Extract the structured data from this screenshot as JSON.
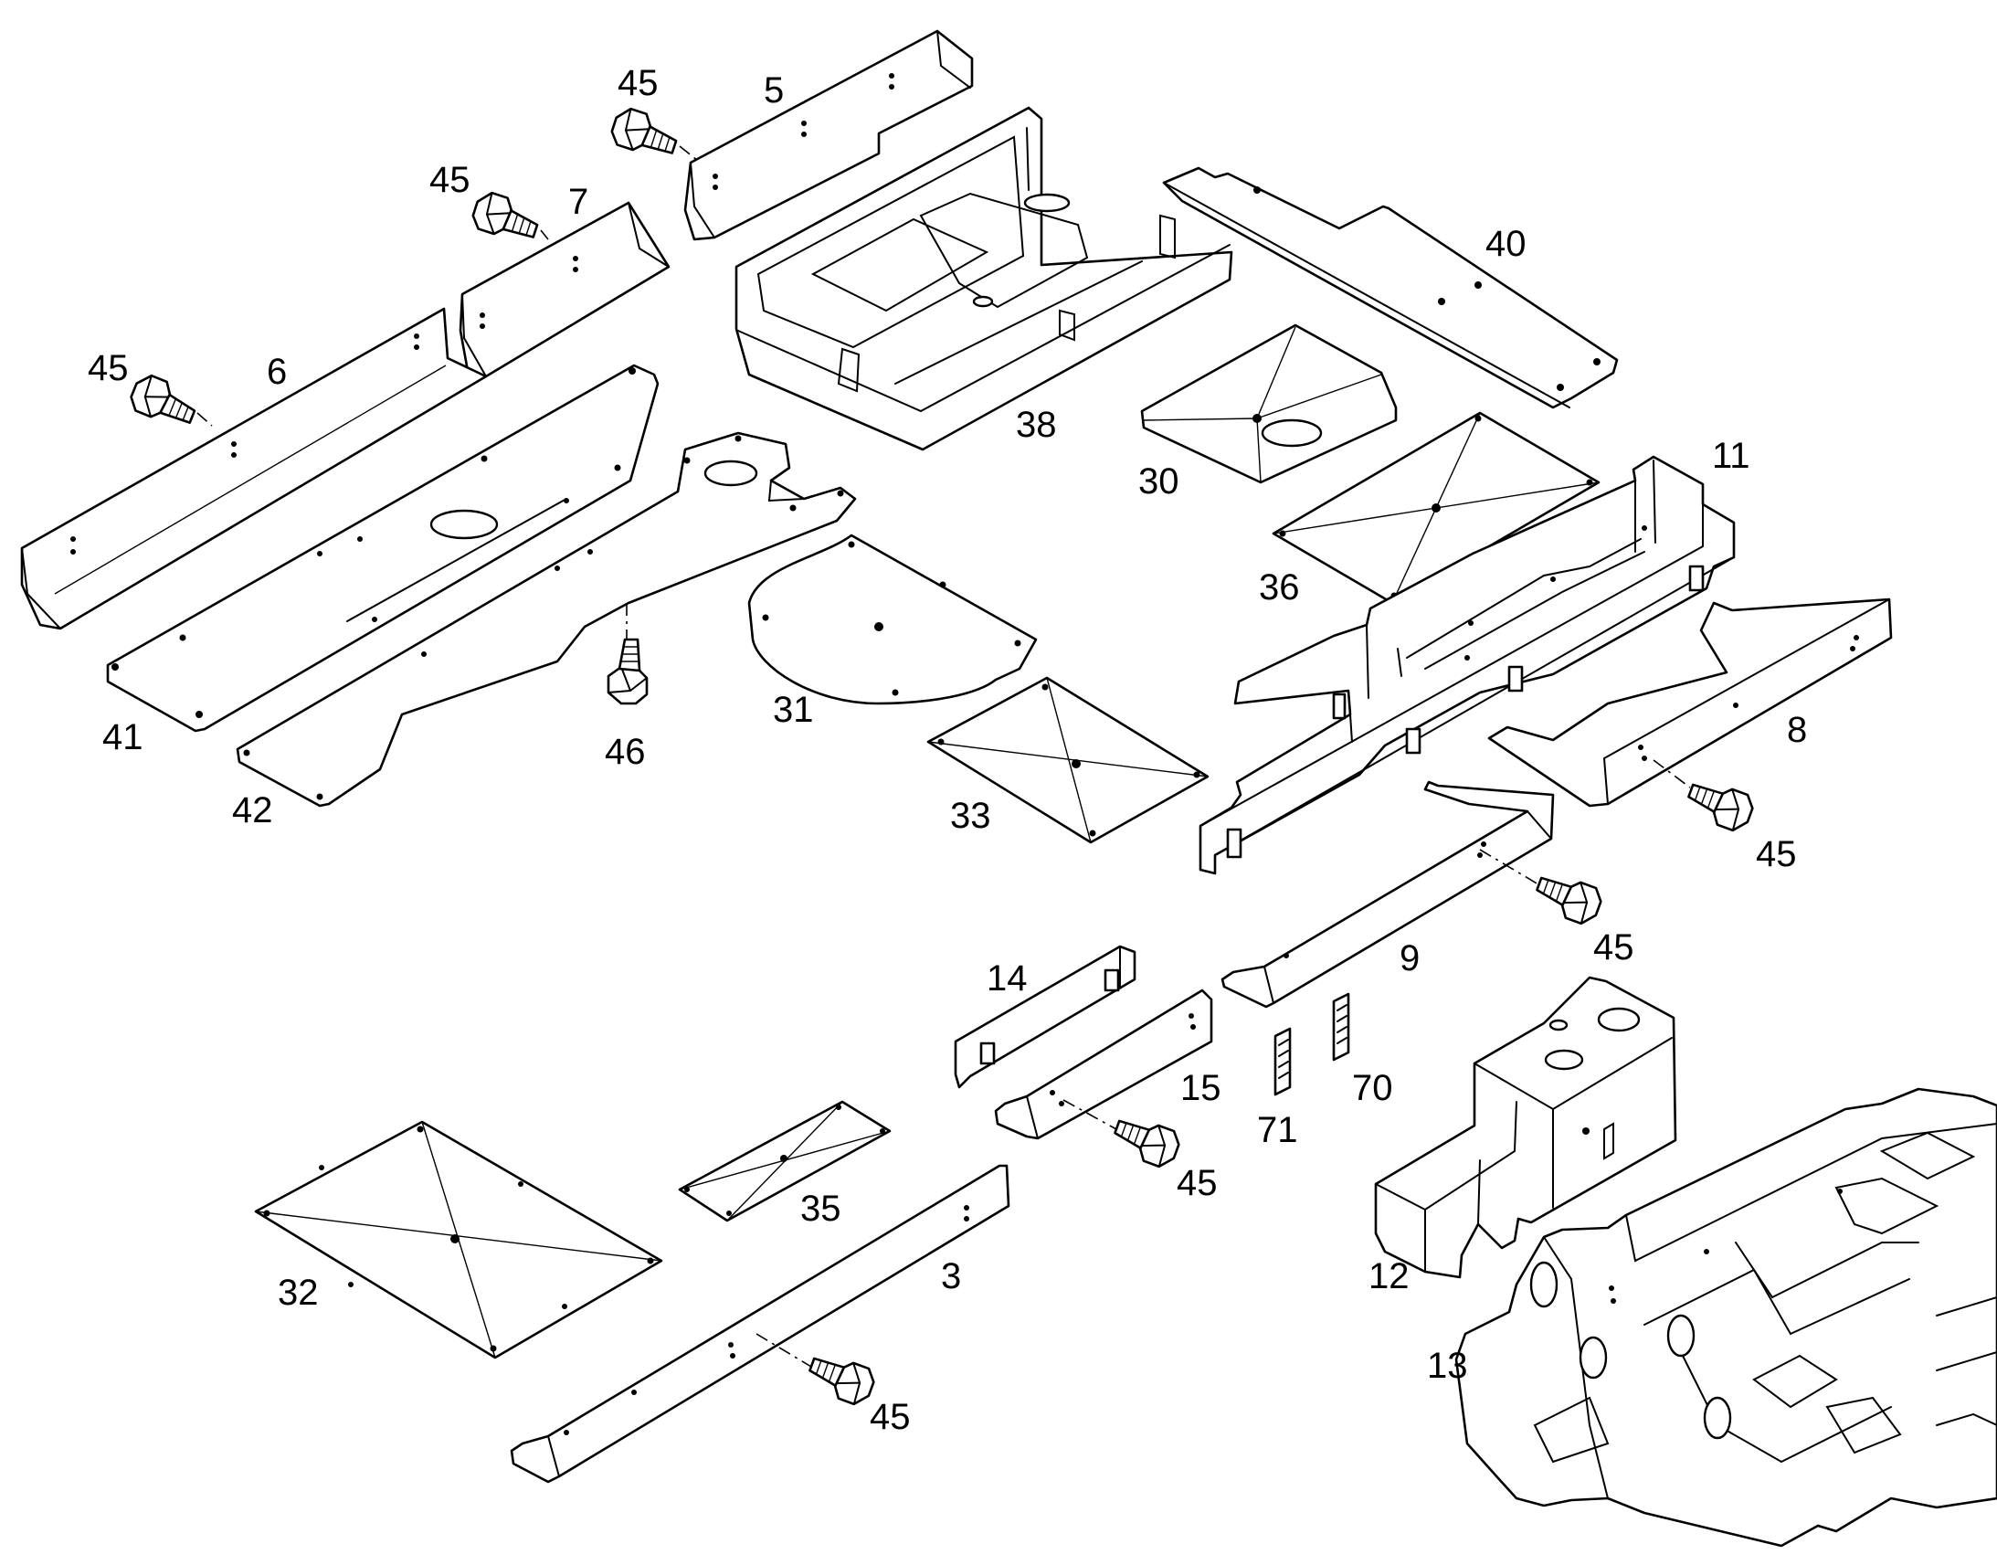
{
  "diagram": {
    "callouts": [
      {
        "id": "c5",
        "text": "5"
      },
      {
        "id": "c45a",
        "text": "45"
      },
      {
        "id": "c7",
        "text": "7"
      },
      {
        "id": "c45b",
        "text": "45"
      },
      {
        "id": "c6",
        "text": "6"
      },
      {
        "id": "c45c",
        "text": "45"
      },
      {
        "id": "c40",
        "text": "40"
      },
      {
        "id": "c38",
        "text": "38"
      },
      {
        "id": "c30",
        "text": "30"
      },
      {
        "id": "c11",
        "text": "11"
      },
      {
        "id": "c36",
        "text": "36"
      },
      {
        "id": "c41",
        "text": "41"
      },
      {
        "id": "c46",
        "text": "46"
      },
      {
        "id": "c31",
        "text": "31"
      },
      {
        "id": "c42",
        "text": "42"
      },
      {
        "id": "c8",
        "text": "8"
      },
      {
        "id": "c33",
        "text": "33"
      },
      {
        "id": "c45d",
        "text": "45"
      },
      {
        "id": "c45e",
        "text": "45"
      },
      {
        "id": "c9",
        "text": "9"
      },
      {
        "id": "c14",
        "text": "14"
      },
      {
        "id": "c15",
        "text": "15"
      },
      {
        "id": "c71",
        "text": "71"
      },
      {
        "id": "c70",
        "text": "70"
      },
      {
        "id": "c45f",
        "text": "45"
      },
      {
        "id": "c35",
        "text": "35"
      },
      {
        "id": "c32",
        "text": "32"
      },
      {
        "id": "c3",
        "text": "3"
      },
      {
        "id": "c12",
        "text": "12"
      },
      {
        "id": "c45g",
        "text": "45"
      },
      {
        "id": "c13",
        "text": "13"
      }
    ]
  }
}
